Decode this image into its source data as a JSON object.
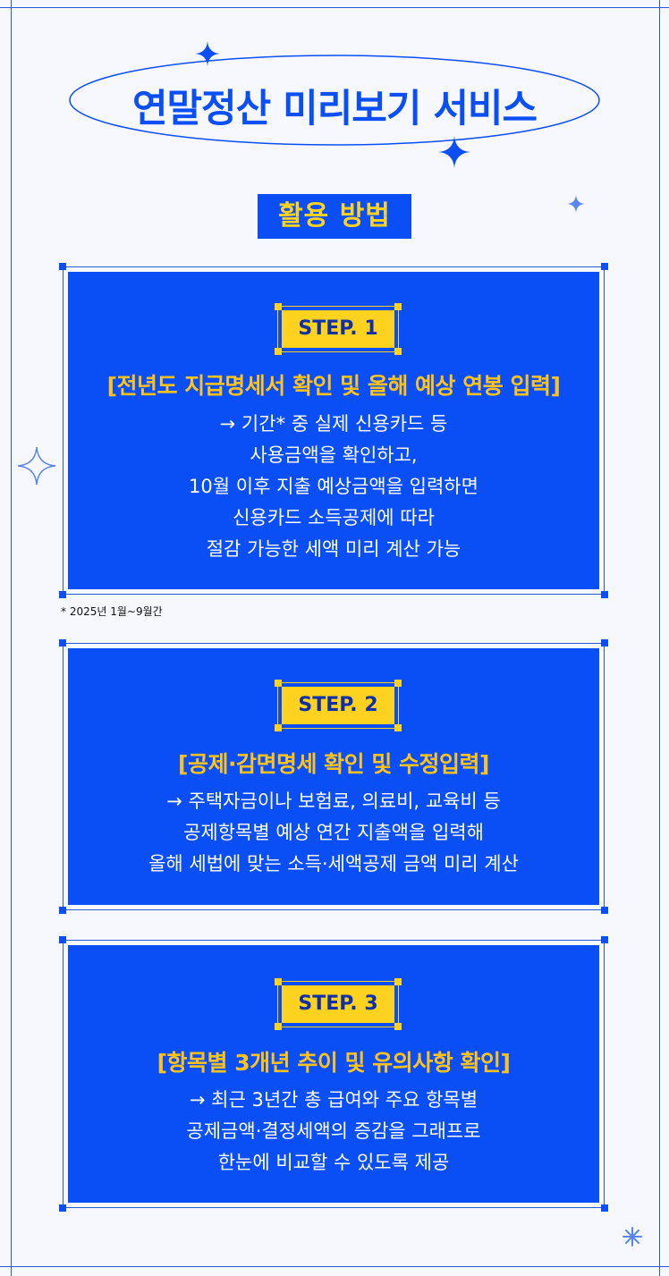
{
  "title": "연말정산 미리보기 서비스",
  "usage_label": "활용 방법",
  "steps": [
    {
      "badge": "STEP. 1",
      "heading": "[전년도 지급명세서 확인 및 올해 예상 연봉 입력]",
      "lines": [
        "→ 기간* 중 실제 신용카드 등",
        "사용금액을 확인하고,",
        "10월 이후 지출 예상금액을 입력하면",
        "신용카드 소득공제에 따라",
        "절감 가능한 세액 미리 계산 가능"
      ]
    },
    {
      "badge": "STEP. 2",
      "heading": "[공제·감면명세 확인 및 수정입력]",
      "lines": [
        "→ 주택자금이나 보험료, 의료비, 교육비 등",
        "공제항목별 예상 연간 지출액을 입력해",
        "올해 세법에 맞는 소득·세액공제 금액 미리 계산"
      ]
    },
    {
      "badge": "STEP. 3",
      "heading": "[항목별 3개년 추이 및 유의사항 확인]",
      "lines": [
        "→ 최근 3년간 총 급여와 주요 항목별",
        "공제금액·결정세액의 증감을 그래프로",
        "한눈에 비교할 수 있도록 제공"
      ]
    }
  ],
  "footnote": "* 2025년 1월~9월간",
  "colors": {
    "brand_blue": "#0a4ff5",
    "accent_yellow": "#ffd21f",
    "heading_yellow": "#ffc21a",
    "background": "#f6f8fd"
  },
  "icons": [
    "sparkle-icon",
    "asterisk-icon"
  ]
}
